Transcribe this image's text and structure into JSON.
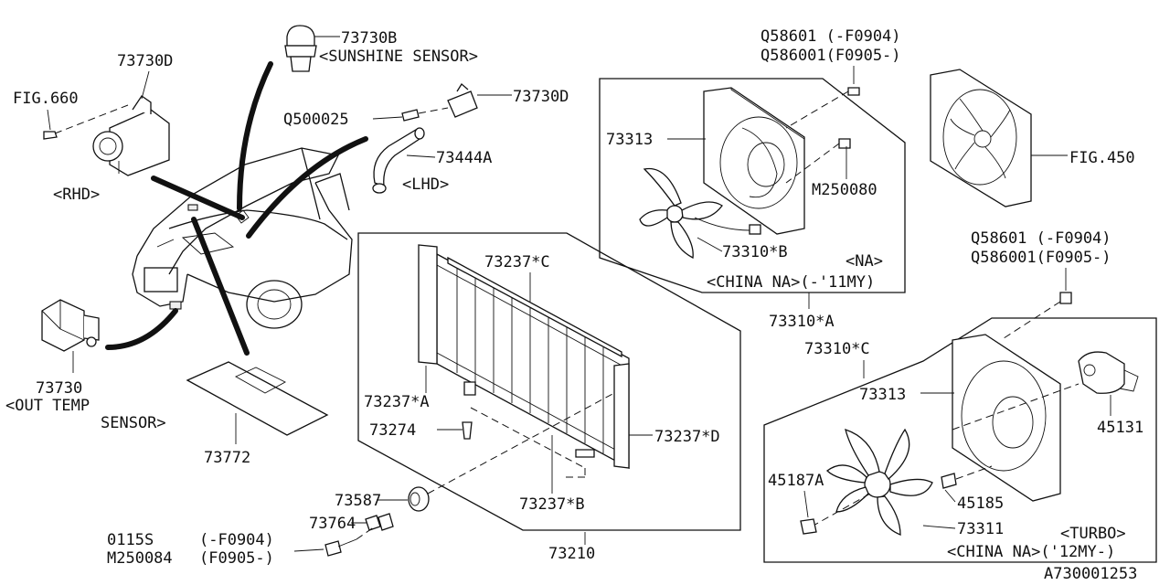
{
  "labels": {
    "sunshine_pn": "73730B",
    "sunshine_name": "<SUNSHINE SENSOR>",
    "pn_73730d_left": "73730D",
    "fig660": "FIG.660",
    "rhd": "<RHD>",
    "q500025": "Q500025",
    "pn_73730d_right": "73730D",
    "pn_73444a": "73444A",
    "lhd": "<LHD>",
    "q58601_top": "Q58601 (-F0904)",
    "q586001_top": "Q586001(F0905-)",
    "pn_73313_top": "73313",
    "m250080": "M250080",
    "fig450": "FIG.450",
    "pn_73310b": "73310*B",
    "na": "<NA>",
    "china_na_11": "<CHINA NA>(-'11MY)",
    "pn_73310a": "73310*A",
    "q58601_right": "Q58601   (-F0904)",
    "q586001_right": "Q586001(F0905-)",
    "pn_73310c": "73310*C",
    "pn_73313_bottom": "73313",
    "pn_45131": "45131",
    "pn_45187a": "45187A",
    "pn_45185": "45185",
    "pn_73311": "73311",
    "turbo": "<TURBO>",
    "china_na_12": "<CHINA NA>('12MY-)",
    "pn_73237c": "73237*C",
    "pn_73237a": "73237*A",
    "pn_73274": "73274",
    "pn_73237d": "73237*D",
    "pn_73237b": "73237*B",
    "pn_73587": "73587",
    "pn_73764": "73764",
    "pn_0115s": "0115S",
    "f0904": "(-F0904)",
    "m250084": "M250084",
    "f0905": "(F0905-)",
    "pn_73210": "73210",
    "pn_73730": "73730",
    "out_temp": "<OUT TEMP",
    "sensor": "SENSOR>",
    "pn_73772": "73772",
    "diagram_id": "A730001253"
  }
}
